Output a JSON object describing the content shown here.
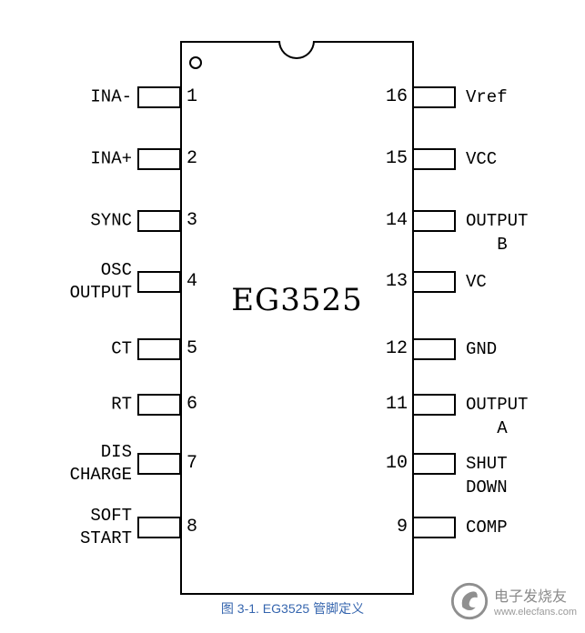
{
  "figure": {
    "chip_name": "EG3525",
    "caption": "图 3-1. EG3525 管脚定义"
  },
  "pins": {
    "left": [
      {
        "num": "1",
        "label": "INA-"
      },
      {
        "num": "2",
        "label": "INA+"
      },
      {
        "num": "3",
        "label": "SYNC"
      },
      {
        "num": "4",
        "label": "OSC\nOUTPUT"
      },
      {
        "num": "5",
        "label": "CT"
      },
      {
        "num": "6",
        "label": "RT"
      },
      {
        "num": "7",
        "label": "DIS\nCHARGE"
      },
      {
        "num": "8",
        "label": "SOFT\nSTART"
      }
    ],
    "right": [
      {
        "num": "16",
        "label": "Vref"
      },
      {
        "num": "15",
        "label": "VCC"
      },
      {
        "num": "14",
        "label": "OUTPUT\n   B"
      },
      {
        "num": "13",
        "label": "VC"
      },
      {
        "num": "12",
        "label": "GND"
      },
      {
        "num": "11",
        "label": "OUTPUT\n   A"
      },
      {
        "num": "10",
        "label": "SHUT\nDOWN"
      },
      {
        "num": "9",
        "label": "COMP"
      }
    ]
  },
  "watermark": {
    "brand": "电子发烧友",
    "url": "www.elecfans.com"
  }
}
